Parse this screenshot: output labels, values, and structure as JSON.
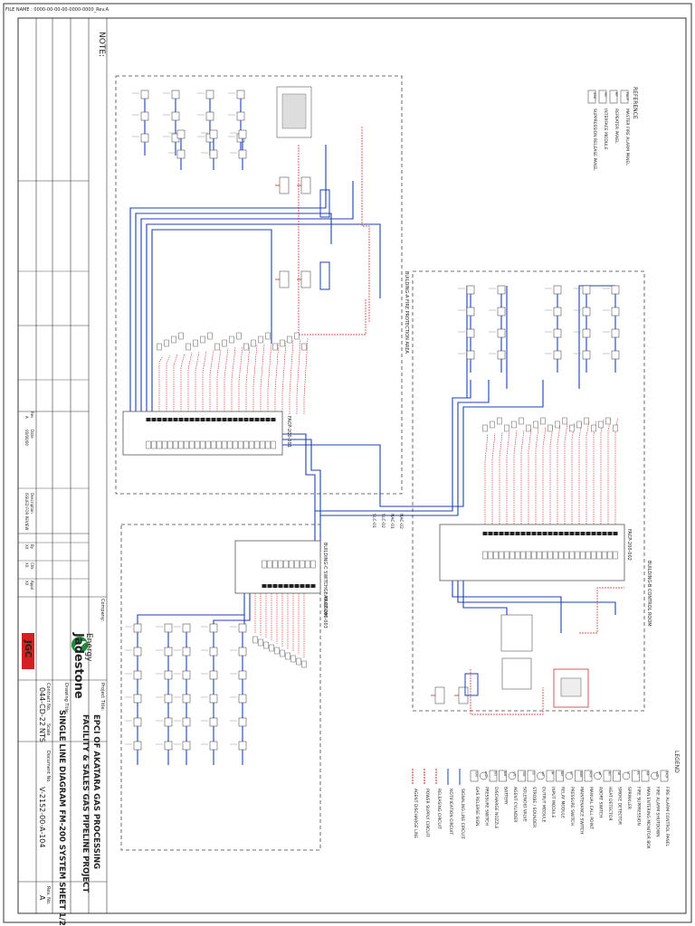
{
  "file_name": "FILE NAME : 0000-00-00-00-0000-0000_Rev.A",
  "notes_label": "NOTE:",
  "title_block": {
    "company_label": "Company:",
    "company": "Jadestone",
    "company_sub": "Energy",
    "contractor": "JGC",
    "project_title_label": "Project Title:",
    "project_title_1": "EPCI OF AKATARA GAS PROCESSING",
    "project_title_2": "FACILITY & SALES GAS PIPELINE PROJECT",
    "drawing_title_label": "Drawing Title:",
    "drawing_title": "SINGLE LINE DIAGRAM FM-200 SYSTEM SHEET 1/2",
    "contract_no_label": "Contract No.",
    "contract_no": "044-CD-22",
    "scale_label": "Scale",
    "scale": "NTS",
    "document_no_label": "Document No.",
    "document_no": "V-2152-00-A-104",
    "rev_no_label": "Rev. No.",
    "rev_no": "A"
  },
  "revision_table": {
    "rows": [
      {
        "rev": "A",
        "date": "00/00/00",
        "description": "ISSUED FOR REVIEW",
        "by": "XX",
        "chk": "XX",
        "appd": "XX"
      }
    ],
    "headers": {
      "rev": "Rev",
      "date": "Date",
      "description": "Description",
      "by": "By",
      "chk": "Chk",
      "appd": "Appd"
    }
  },
  "legend": {
    "title": "LEGEND",
    "items": [
      {
        "code": "FACP",
        "label": "FIRE ALARM CONTROL PANEL"
      },
      {
        "code": "FSD",
        "label": "FIRE ALARM SHUTDOWN"
      },
      {
        "code": "MP",
        "label": "MAN ENTERING MONITOR BOX"
      },
      {
        "code": "FS",
        "label": "FIRE SUPPRESSION"
      },
      {
        "code": "FL",
        "label": "SPRINKLER"
      },
      {
        "code": "SD",
        "label": "SMOKE DETECTOR"
      },
      {
        "code": "HD",
        "label": "HEAT DETECTOR"
      },
      {
        "code": "AB",
        "label": "ABORT SWITCH"
      },
      {
        "code": "MCP",
        "label": "MANUAL CALL POINT"
      },
      {
        "code": "MRS",
        "label": "MAINTENANCE SWITCH"
      },
      {
        "code": "PS",
        "label": "PRESSURE SWITCH"
      },
      {
        "code": "RLY",
        "label": "RELAY MODULE"
      },
      {
        "code": "IM",
        "label": "INPUT MODULE"
      },
      {
        "code": "OM",
        "label": "OUTPUT MODULE"
      },
      {
        "code": "SS",
        "label": "STROBE / SOUNDER"
      },
      {
        "code": "SOL",
        "label": "SOLENOID VALVE"
      },
      {
        "code": "CYL",
        "label": "AGENT CYLINDER"
      },
      {
        "code": "BAT",
        "label": "BATTERY"
      },
      {
        "code": "DIS",
        "label": "DISCHARGE NOZZLE"
      },
      {
        "code": "PSW",
        "label": "PRESSURE SWITCH"
      },
      {
        "code": "GAS",
        "label": "GAS RELEASE SIGN"
      }
    ],
    "lines": [
      {
        "color": "#1d3fb8",
        "label": "SIGNALING LINE CIRCUIT"
      },
      {
        "color": "#1d3fb8",
        "label": "NOTIFICATION CIRCUIT"
      },
      {
        "color": "#d42020",
        "label": "RELEASING CIRCUIT"
      },
      {
        "color": "#d42020",
        "label": "POWER SUPPLY CIRCUIT"
      },
      {
        "color": "#d42020",
        "label": "AGENT DISCHARGE LINE"
      }
    ]
  },
  "note_box": {
    "title": "REFERENCE",
    "items": [
      {
        "code": "FACP",
        "label": "MASTER FIRE ALARM PANEL"
      },
      {
        "code": "RP",
        "label": "REPEATER PANEL"
      },
      {
        "code": "MC",
        "label": "INTERFACE MODULE"
      },
      {
        "code": "SSD",
        "label": "SUPPRESSION RELEASE PANEL"
      }
    ]
  },
  "zones": [
    {
      "id": "zone-top",
      "label": "BUILDING-A  FIRE PROTECTION AREA"
    },
    {
      "id": "zone-right",
      "label": "BUILDING-B  CONTROL ROOM"
    },
    {
      "id": "zone-bottom",
      "label": "BUILDING-C  SWITCHGEAR ROOM"
    }
  ],
  "panels": [
    {
      "id": "p1",
      "label": "FACP-200-001"
    },
    {
      "id": "p2",
      "label": "FACP-200-002"
    },
    {
      "id": "p3",
      "label": "FACP-200-003"
    }
  ],
  "junction_labels": [
    "SLC-01",
    "SLC-02",
    "NAC-01",
    "NAC-02"
  ],
  "colors": {
    "blue": "#1d3fb8",
    "red": "#d42020",
    "green": "#1f8a3c",
    "dark": "#222222",
    "gray": "#666666"
  }
}
